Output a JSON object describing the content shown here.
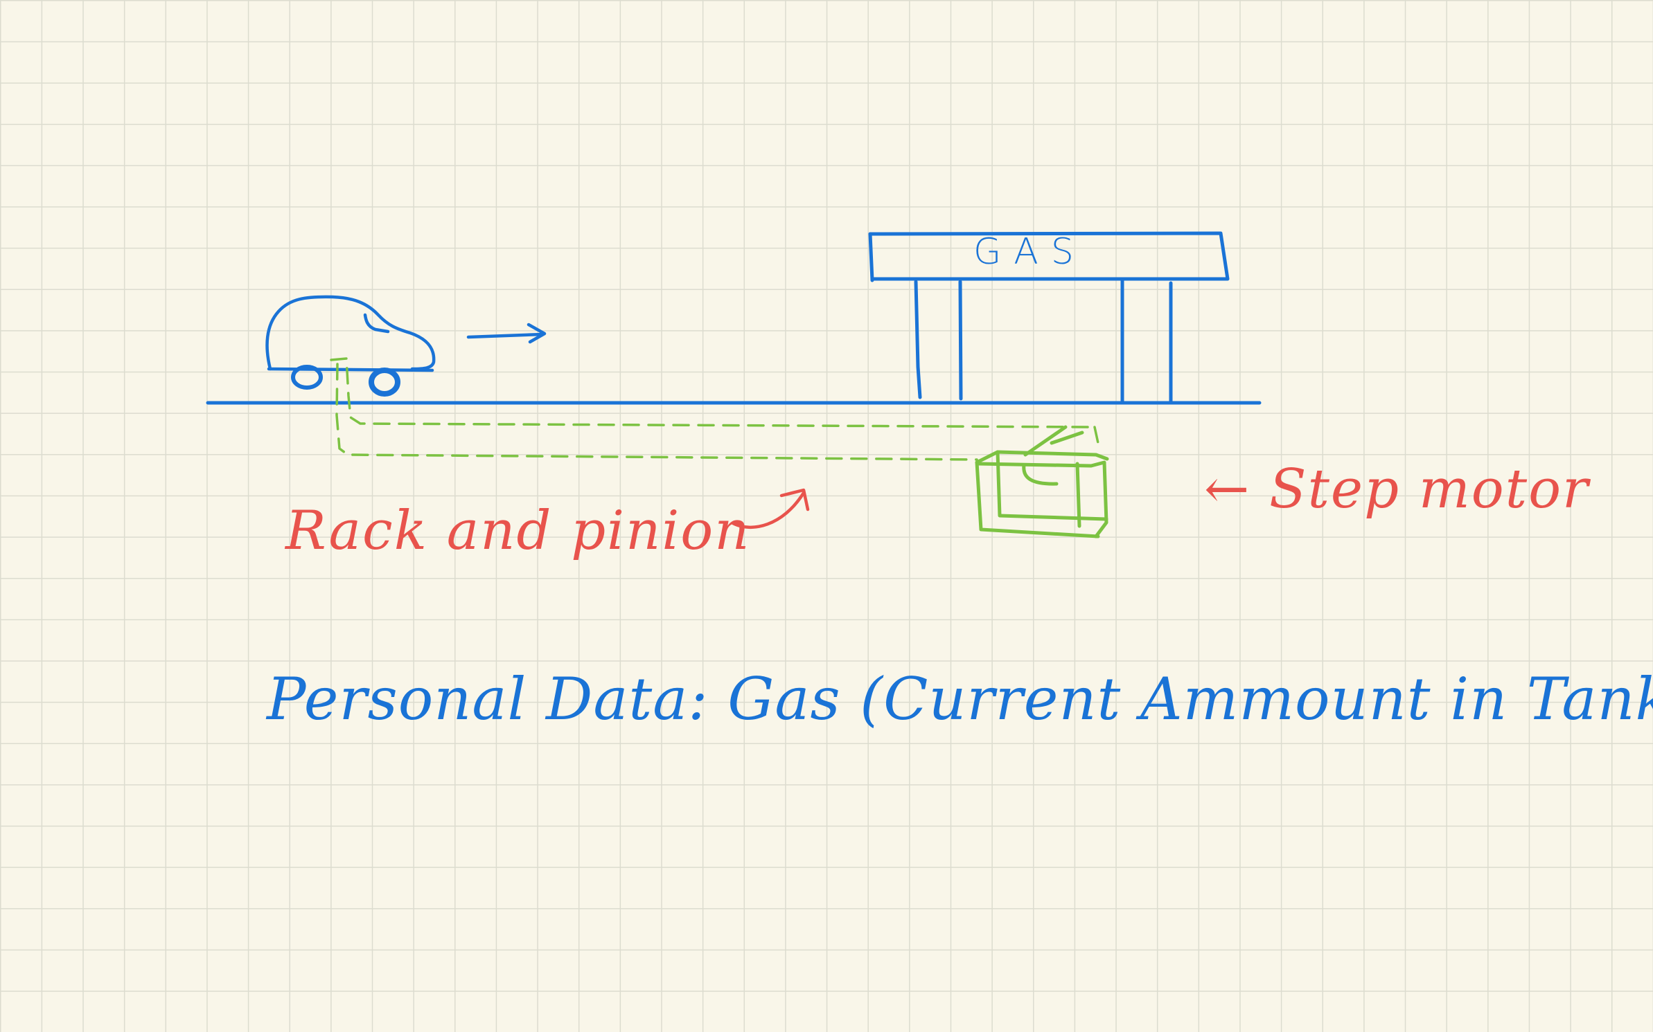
{
  "colors": {
    "background": "#f9f6e9",
    "grid": "#dcdccf",
    "blue_ink": "#1a73d6",
    "red_ink": "#e8534c",
    "green_ink": "#7cc242"
  },
  "diagram": {
    "gas_sign": "GAS",
    "labels": {
      "rack_and_pinion": "Rack and pinion",
      "step_motor": "← Step motor",
      "personal_data": "Personal Data:   Gas    (Current Ammount in Tank)"
    },
    "icons": [
      "car-icon",
      "arrow-right-icon",
      "gas-station-icon",
      "step-motor-icon",
      "curved-arrow-icon"
    ]
  }
}
